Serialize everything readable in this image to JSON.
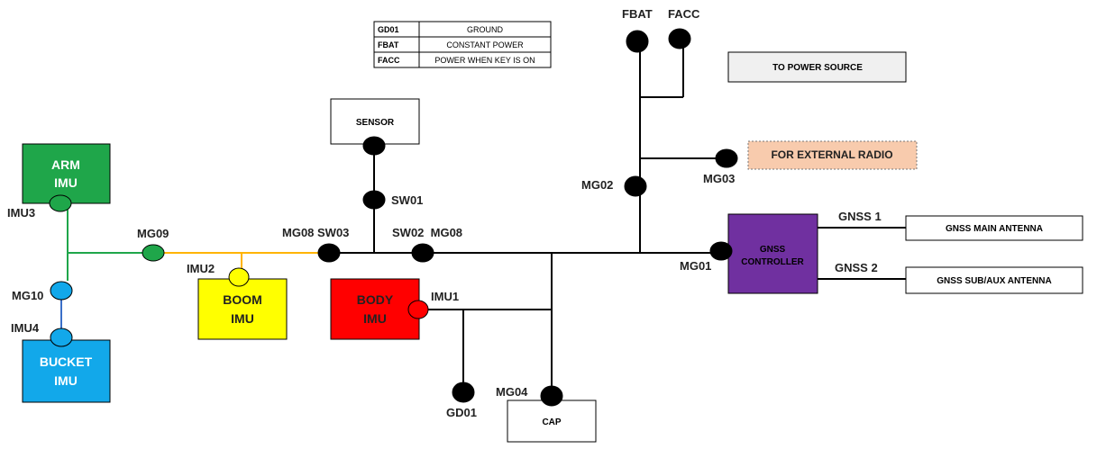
{
  "legend": [
    {
      "code": "GD01",
      "meaning": "GROUND"
    },
    {
      "code": "FBAT",
      "meaning": "CONSTANT POWER"
    },
    {
      "code": "FACC",
      "meaning": "POWER WHEN KEY IS ON"
    }
  ],
  "boxes": {
    "arm_imu": {
      "line1": "ARM",
      "line2": "IMU",
      "color": "#1fa64a"
    },
    "bucket_imu": {
      "line1": "BUCKET",
      "line2": "IMU",
      "color": "#12a8ea"
    },
    "boom_imu": {
      "line1": "BOOM",
      "line2": "IMU",
      "color": "#ffff00"
    },
    "body_imu": {
      "line1": "BODY",
      "line2": "IMU",
      "color": "#ff0000"
    },
    "sensor": {
      "label": "SENSOR"
    },
    "cap": {
      "label": "CAP"
    },
    "gnss_controller": {
      "line1": "GNSS",
      "line2": "CONTROLLER",
      "color": "#7030a0"
    },
    "to_power_source": {
      "label": "TO POWER SOURCE",
      "color": "#f0f0f0"
    },
    "for_external_radio": {
      "label": "FOR EXTERNAL RADIO",
      "color": "#f8cbad"
    },
    "gnss_main_antenna": {
      "label": "GNSS MAIN ANTENNA"
    },
    "gnss_sub_antenna": {
      "label": "GNSS SUB/AUX ANTENNA"
    }
  },
  "labels": {
    "imu3": "IMU3",
    "imu4": "IMU4",
    "imu2": "IMU2",
    "imu1": "IMU1",
    "mg09": "MG09",
    "mg10": "MG10",
    "mg08_sw03": "MG08 SW03",
    "sw02_mg08": "SW02  MG08",
    "sw01": "SW01",
    "mg01": "MG01",
    "mg02": "MG02",
    "mg03": "MG03",
    "mg04": "MG04",
    "gd01": "GD01",
    "fbat": "FBAT",
    "facc": "FACC",
    "gnss1": "GNSS 1",
    "gnss2": "GNSS 2"
  },
  "wire_colors": {
    "black": "#000000",
    "green": "#1fa64a",
    "blue": "#3a6fc8",
    "orange": "#ffb400"
  }
}
